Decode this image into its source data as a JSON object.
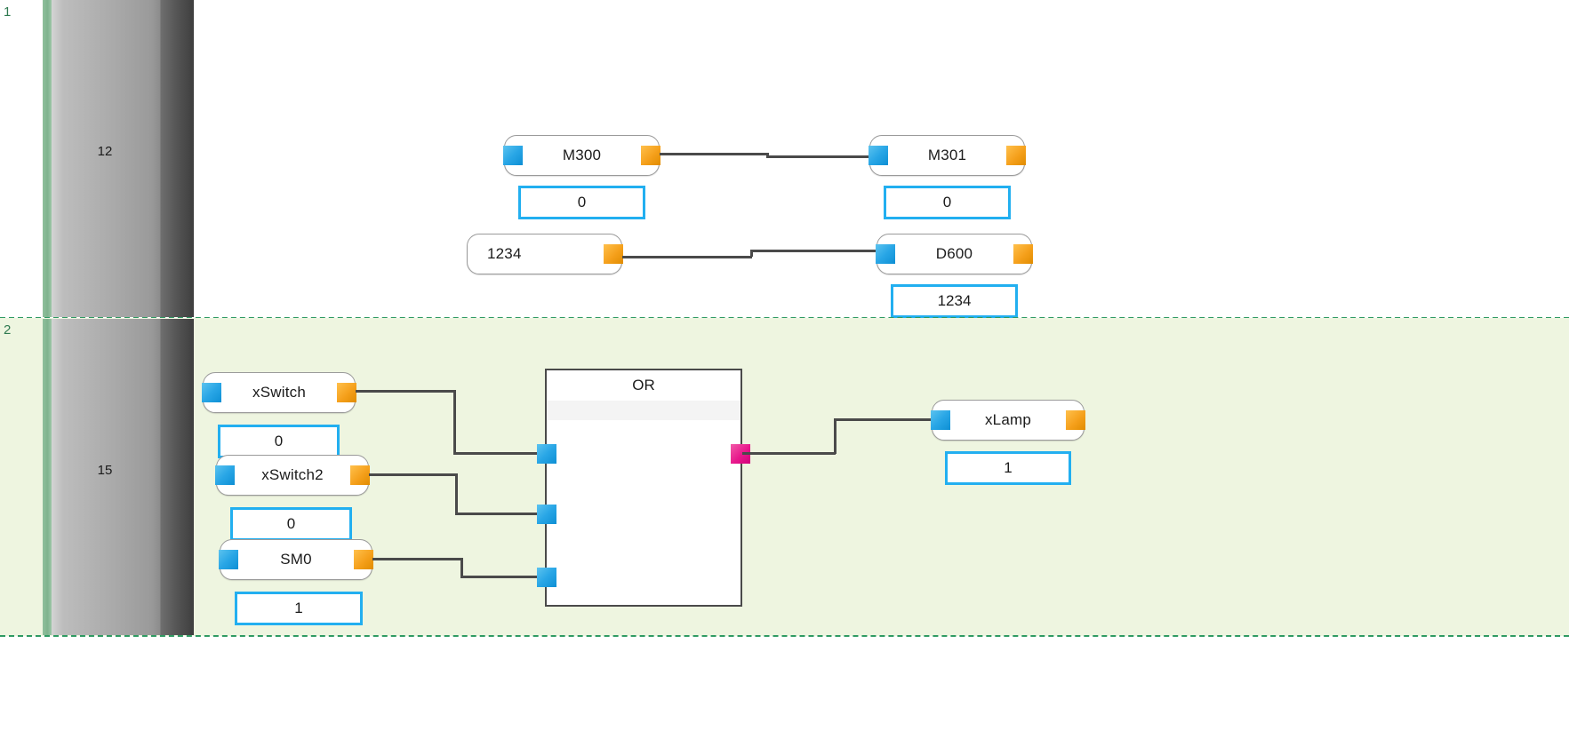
{
  "editor": {
    "language": "FBD",
    "mode": "online-monitoring",
    "colors": {
      "input_pin": "#29a6e6",
      "output_pin": "#f5a01b",
      "block_output_pin": "#e8188c",
      "monitor_border": "#22aff0",
      "network_separator": "#2f9a63",
      "selected_network_bg": "#eef5e0",
      "wire": "#4a4a4a"
    }
  },
  "networks": [
    {
      "number": "1",
      "rung_number": "12",
      "selected": false,
      "elements": [
        {
          "name": "M300",
          "kind": "variable",
          "label": "M300",
          "value": "0",
          "has_input_pin": true,
          "has_output_pin": true
        },
        {
          "name": "M301",
          "kind": "variable",
          "label": "M301",
          "value": "0",
          "has_input_pin": true,
          "has_output_pin": true
        },
        {
          "name": "literal-1234",
          "kind": "literal",
          "label": "1234",
          "value": "",
          "has_input_pin": false,
          "has_output_pin": true
        },
        {
          "name": "D600",
          "kind": "variable",
          "label": "D600",
          "value": "1234",
          "has_input_pin": true,
          "has_output_pin": true
        }
      ]
    },
    {
      "number": "2",
      "rung_number": "15",
      "selected": true,
      "elements": [
        {
          "name": "xSwitch",
          "kind": "variable",
          "label": "xSwitch",
          "value": "0",
          "has_input_pin": true,
          "has_output_pin": true
        },
        {
          "name": "xSwitch2",
          "kind": "variable",
          "label": "xSwitch2",
          "value": "0",
          "has_input_pin": true,
          "has_output_pin": true
        },
        {
          "name": "SM0",
          "kind": "variable",
          "label": "SM0",
          "value": "1",
          "has_input_pin": true,
          "has_output_pin": true
        },
        {
          "name": "xLamp",
          "kind": "variable",
          "label": "xLamp",
          "value": "1",
          "has_input_pin": true,
          "has_output_pin": true
        }
      ],
      "function_block": {
        "name": "OR",
        "title": "OR",
        "input_count": 3,
        "output_count": 1
      }
    }
  ]
}
